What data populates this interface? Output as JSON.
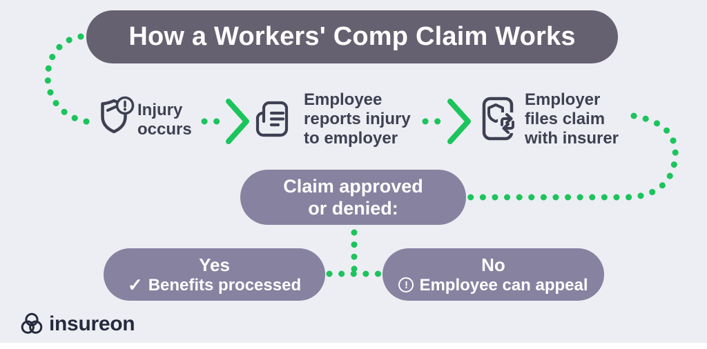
{
  "colors": {
    "background": "#edeef3",
    "pill_dark": "#666171",
    "pill_purple": "#8682a0",
    "green": "#1cc45c",
    "ink": "#3e4052",
    "logo_ink": "#262a3e",
    "white": "#ffffff"
  },
  "title": {
    "text": "How a Workers' Comp Claim Works"
  },
  "steps": [
    {
      "icon": "shield-alert-icon",
      "lines": [
        "Injury",
        "occurs"
      ]
    },
    {
      "icon": "injury-report-icon",
      "lines": [
        "Employee",
        "reports injury",
        "to employer"
      ]
    },
    {
      "icon": "claim-transfer-icon",
      "lines": [
        "Employer",
        "files claim",
        "with insurer"
      ]
    }
  ],
  "decision": {
    "lines": [
      "Claim approved",
      "or denied:"
    ]
  },
  "outcomes": [
    {
      "answer": "Yes",
      "icon": "check-icon",
      "icon_glyph": "✓",
      "detail": "Benefits processed"
    },
    {
      "answer": "No",
      "icon": "exclamation-circle-icon",
      "icon_glyph": "!",
      "detail": "Employee can appeal"
    }
  ],
  "logo": {
    "wordmark": "insureon"
  }
}
